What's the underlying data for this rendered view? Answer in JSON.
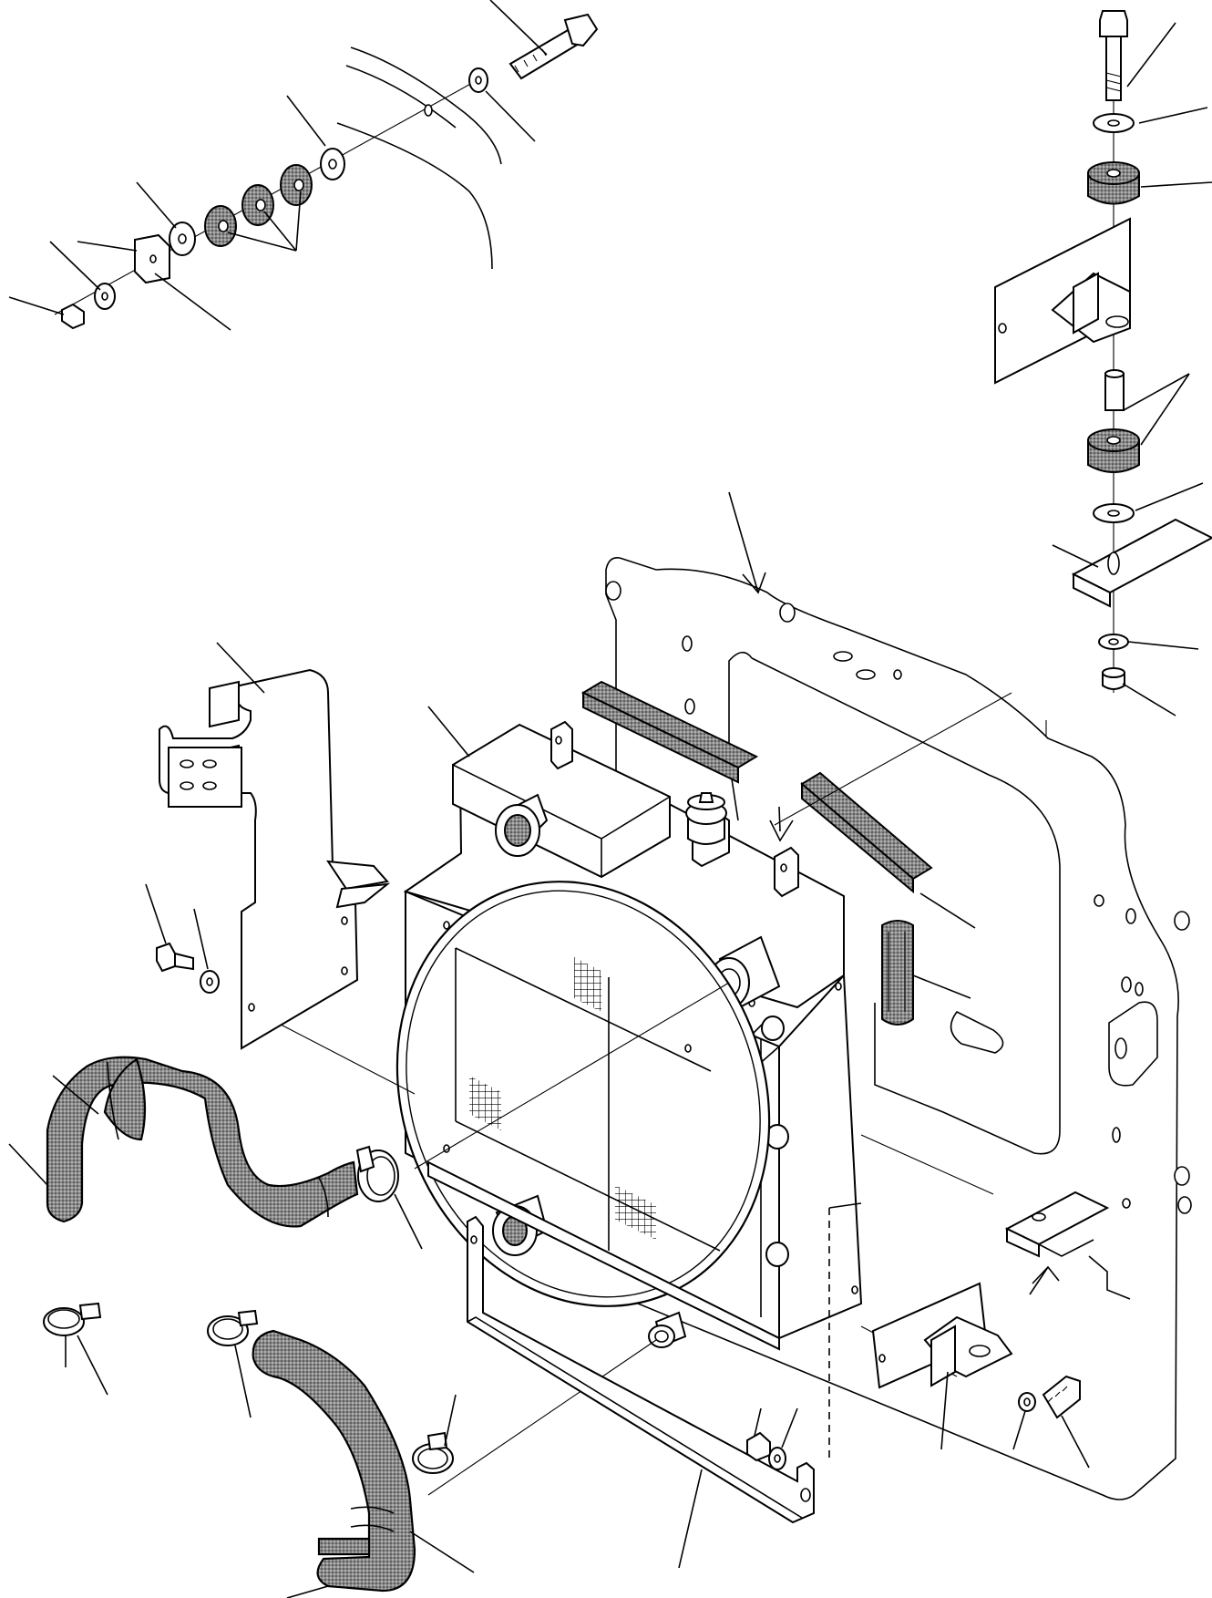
{
  "figure": {
    "kind": "exploded parts diagram",
    "labels_printed": false,
    "parts": [
      "radiator-core",
      "radiator-mounting-frame",
      "upper-radiator-hose",
      "lower-radiator-hose",
      "hose-clamp",
      "shroud-bracket",
      "lower-support-bracket",
      "rubber-mount-stack",
      "foam-seal-strip",
      "foam-seal-block",
      "radiator-cap"
    ],
    "stipple_color": "#7a7a7a",
    "line_color": "#000000"
  }
}
